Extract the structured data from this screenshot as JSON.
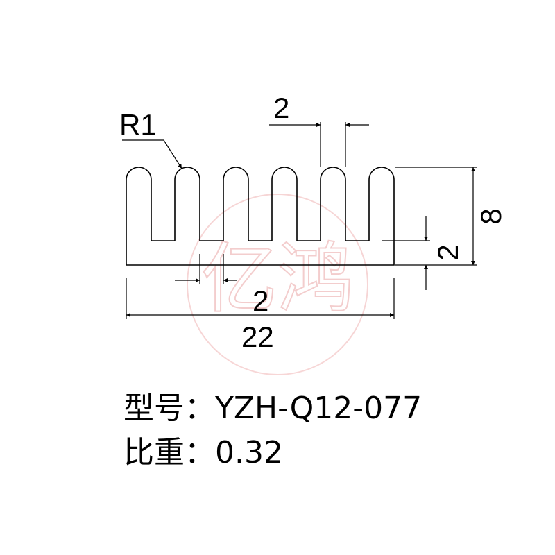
{
  "dimensions": {
    "radius": "R1",
    "fin_width": "2",
    "height": "8",
    "base_thickness": "2",
    "fin_gap": "2",
    "total_width": "22"
  },
  "info": {
    "model_label": "型号：",
    "model_value": "YZH-Q12-077",
    "weight_label": "比重：",
    "weight_value": "0.32"
  },
  "watermark": {
    "text": "亿鸿",
    "color": "#e8a0a0"
  }
}
